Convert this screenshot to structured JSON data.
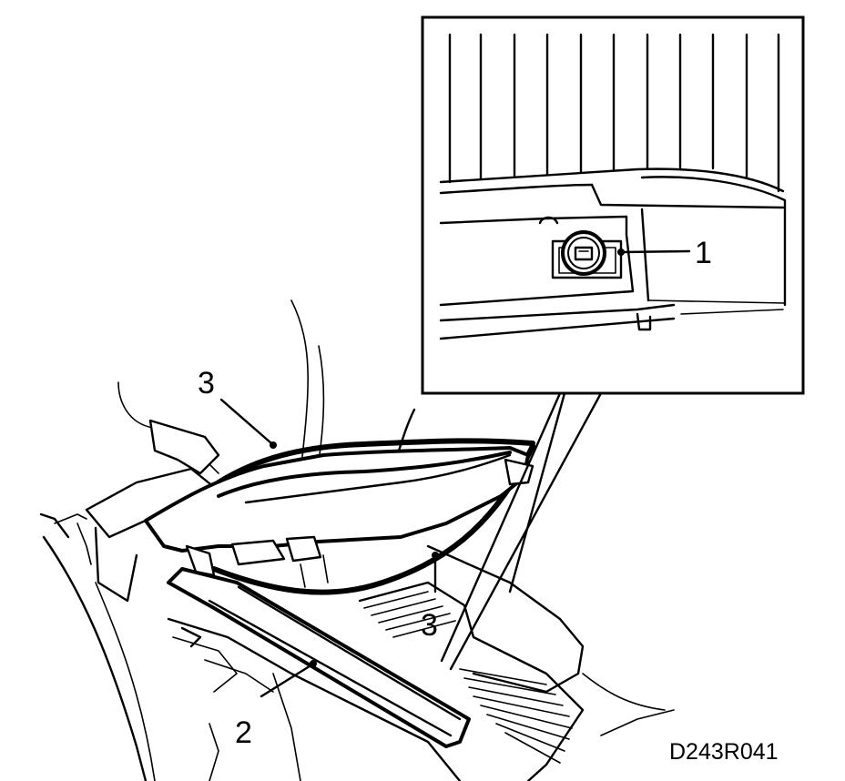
{
  "callouts": {
    "c1": "1",
    "c2": "2",
    "c3_top": "3",
    "c3_right": "3"
  },
  "figure_code": "D243R041"
}
